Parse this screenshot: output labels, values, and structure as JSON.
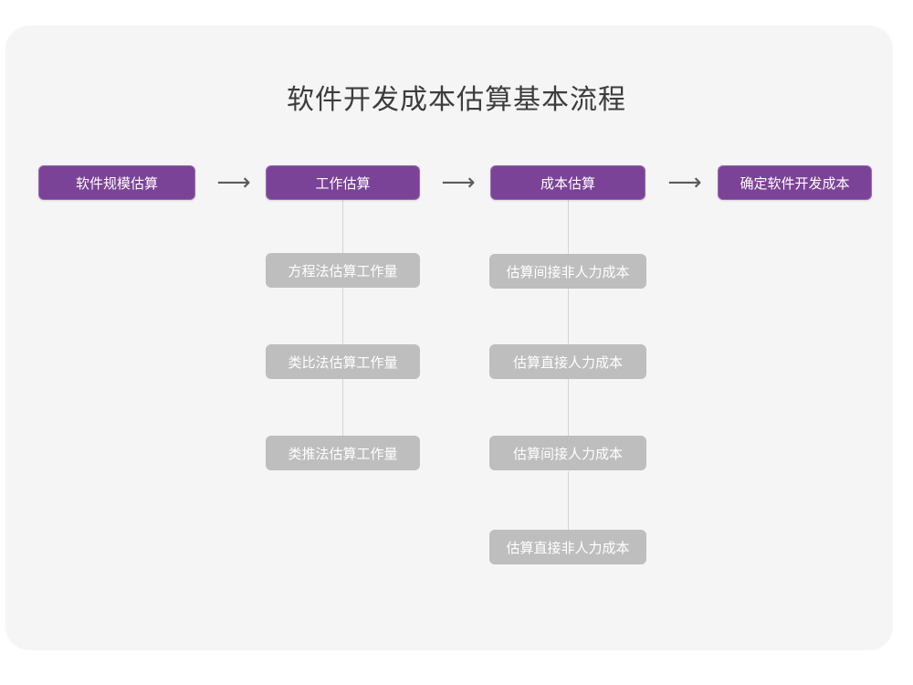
{
  "diagram": {
    "title": "软件开发成本估算基本流程",
    "arrow_glyph": "⟶",
    "colors": {
      "page_background": "#ffffff",
      "card_background": "#f5f5f5",
      "primary_node": "#7b4397",
      "primary_node_border": "#9b6ab3",
      "sub_node": "#bebebe",
      "node_text": "#ffffff",
      "title_text": "#3c3c3c",
      "connector_line": "#d4d4d4",
      "arrow": "#5a5a5a"
    },
    "main_steps": [
      {
        "label": "软件规模估算"
      },
      {
        "label": "工作估算"
      },
      {
        "label": "成本估算"
      },
      {
        "label": "确定软件开发成本"
      }
    ],
    "arrows": [
      {
        "label": "⟶"
      },
      {
        "label": "⟶"
      },
      {
        "label": "⟶"
      }
    ],
    "work_estimation_methods": [
      {
        "label": "方程法估算工作量"
      },
      {
        "label": "类比法估算工作量"
      },
      {
        "label": "类推法估算工作量"
      }
    ],
    "cost_estimation_items": [
      {
        "label": "估算间接非人力成本"
      },
      {
        "label": "估算直接人力成本"
      },
      {
        "label": "估算间接人力成本"
      },
      {
        "label": "估算直接非人力成本"
      }
    ]
  }
}
